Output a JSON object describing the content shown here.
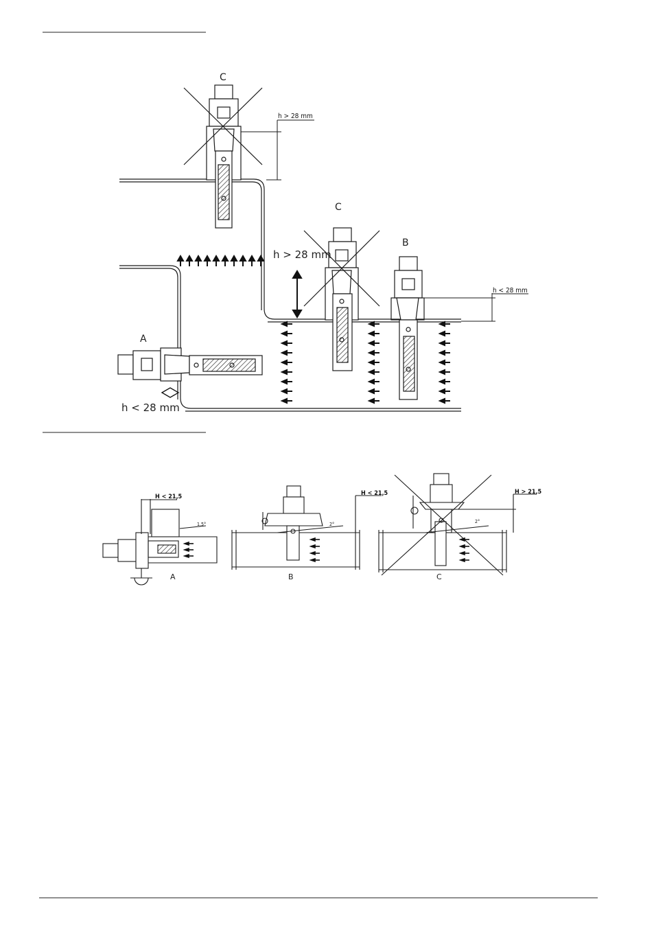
{
  "diagram1": {
    "label_c_top": "C",
    "dim_top": "h > 28 mm",
    "label_c_mid": "C",
    "dim_mid": "h > 28 mm",
    "label_b": "B",
    "dim_right": "h < 28 mm",
    "label_a": "A",
    "dim_bottom": "h < 28 mm"
  },
  "diagram2": {
    "dim_a": "H < 21,5",
    "angle_a": "1,5°",
    "label_a": "A",
    "dim_b": "H < 21,5",
    "angle_b": "2°",
    "label_b": "B",
    "dim_c": "H > 21,5",
    "angle_c": "2°",
    "label_c": "C"
  },
  "colors": {
    "line": "#1a1a1a",
    "hatch": "#333333"
  }
}
